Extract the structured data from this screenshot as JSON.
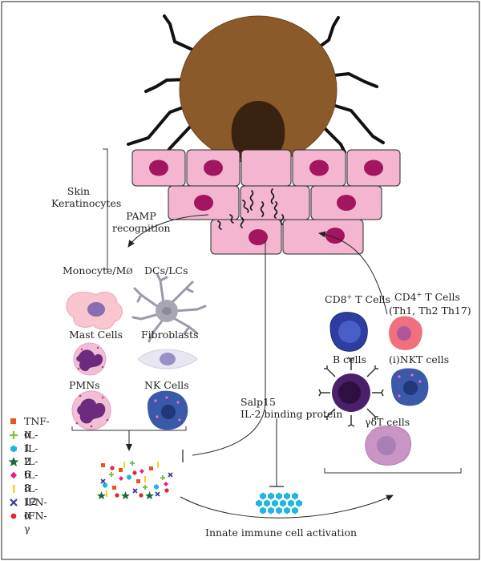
{
  "labels": {
    "skin_keratinocytes_1": "Skin",
    "skin_keratinocytes_2": "Keratinocytes",
    "pamp_1": "PAMP",
    "pamp_2": "recognition",
    "monocyte_pre": "Monocyte/M",
    "monocyte_symbol": "Ø",
    "dcs_lcs": "DCs/LCs",
    "mast_cells": "Mast Cells",
    "fibroblasts": "Fibroblasts",
    "pmns": "PMNs",
    "nk_cells": "NK Cells",
    "cd8_pre": "CD8",
    "cd8_sup": "+",
    "cd8_post": " T Cells",
    "cd4_pre": "CD4",
    "cd4_sup": "+",
    "cd4_post": " T Cells",
    "th_subsets": "(Th1, Th2 Th17)",
    "b_cells": "B cells",
    "inkt_cells": "(i)NKT cells",
    "salp15_1": "Salp15",
    "salp15_2": "IL-2 binding protein",
    "gd_t_cells": "γδT cells",
    "innate_activation": "Innate immune cell activation"
  },
  "legend": [
    {
      "name": "TNF-α",
      "color": "#e8541e",
      "icon": "square-marker"
    },
    {
      "name": "IL-1",
      "color": "#7cc242",
      "icon": "plus-marker"
    },
    {
      "name": "IL-2",
      "color": "#21b6e0",
      "icon": "hexagon-marker"
    },
    {
      "name": "IL-6",
      "color": "#1c6b3a",
      "icon": "star-marker"
    },
    {
      "name": "IL-8",
      "color": "#ec1c8c",
      "icon": "diamond-marker"
    },
    {
      "name": "IL-12",
      "color": "#f2d21e",
      "icon": "bar-marker"
    },
    {
      "name": "IFN-α",
      "color": "#3c3c9c",
      "icon": "cross-marker"
    },
    {
      "name": "IFN-γ",
      "color": "#e8242c",
      "icon": "circle-marker"
    }
  ],
  "colors": {
    "keratinocyte": "#f3b5d0",
    "keratinocyte_nucleus": "#a3155f",
    "tick_abdomen": "#8b5a2b",
    "tick_head": "#3a2210",
    "mast_cell": "#f7c6cf",
    "dc": "#a9a6b4",
    "pmn": "#f0bfd6",
    "pmn_nucleus": "#6e2a7e",
    "nk_cell": "#3a59a8",
    "b_cell": "#2d3ea0",
    "cd4": "#f07080",
    "gd_t_cell": "#4a1f6b",
    "macrophage": "#c995c4",
    "il2_hex": "#21b6e0"
  }
}
